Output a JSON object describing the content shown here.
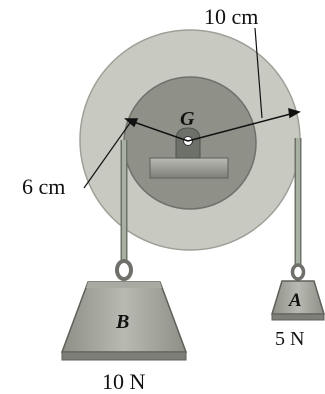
{
  "labels": {
    "outer_radius": "10 cm",
    "inner_radius": "6 cm",
    "center": "G",
    "weight_a_name": "A",
    "weight_a_value": "5 N",
    "weight_b_name": "B",
    "weight_b_value": "10 N"
  },
  "colors": {
    "outer_disk": "#c8cac2",
    "inner_disk": "#8f9188",
    "rope": "#9aa396",
    "weight_top": "#b6b9af",
    "weight_side": "#8d8f87",
    "bracket": "#6e706a"
  }
}
